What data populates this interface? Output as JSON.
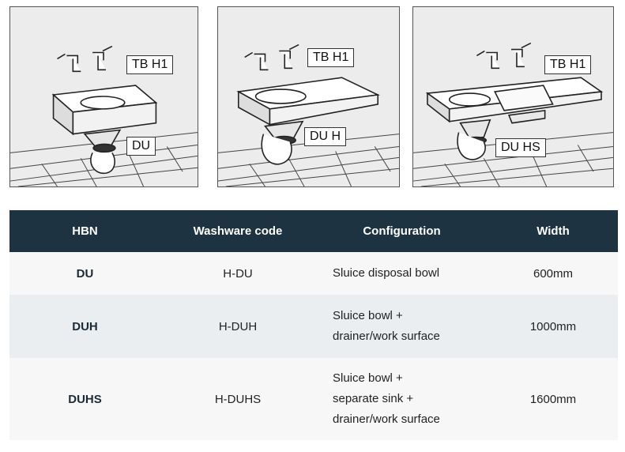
{
  "panels": [
    {
      "tap_label": "TB H1",
      "unit_label": "DU"
    },
    {
      "tap_label": "TB H1",
      "unit_label": "DU H"
    },
    {
      "tap_label": "TB H1",
      "unit_label": "DU HS"
    }
  ],
  "table": {
    "headers": [
      "HBN",
      "Washware code",
      "Configuration",
      "Width"
    ],
    "rows": [
      {
        "hbn": "DU",
        "code": "H-DU",
        "config": [
          "Sluice disposal bowl"
        ],
        "width": "600mm"
      },
      {
        "hbn": "DUH",
        "code": "H-DUH",
        "config": [
          "Sluice bowl +",
          "drainer/work surface"
        ],
        "width": "1000mm"
      },
      {
        "hbn": "DUHS",
        "code": "H-DUHS",
        "config": [
          "Sluice bowl +",
          "separate sink +",
          "drainer/work surface"
        ],
        "width": "1600mm"
      }
    ]
  },
  "colors": {
    "header_bg": "#1e3342",
    "header_text": "#ffffff",
    "row_alt": "#eaeef0",
    "hbn_text": "#1b2a36"
  }
}
